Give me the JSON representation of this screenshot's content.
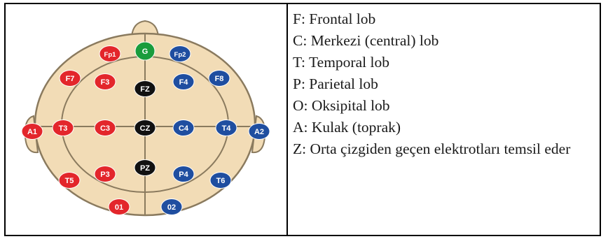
{
  "legend": {
    "lines": [
      "F: Frontal lob",
      "C: Merkezi (central) lob",
      "T: Temporal lob",
      "P: Parietal lob",
      "O: Oksipital lob",
      "A: Kulak (toprak)"
    ],
    "z_line": "Z: Orta çizgiden geçen elektrotları temsil eder"
  },
  "diagram": {
    "colors": {
      "head": "#f2dcb6",
      "outline": "#8a7a5e",
      "left": "#e3262b",
      "right": "#1f4ea0",
      "midline": "#111111",
      "ground": "#1a9c3c"
    },
    "electrodes": [
      {
        "label": "G",
        "group": "ground"
      },
      {
        "label": "Fp1",
        "group": "left"
      },
      {
        "label": "Fp2",
        "group": "right"
      },
      {
        "label": "F7",
        "group": "left"
      },
      {
        "label": "F3",
        "group": "left"
      },
      {
        "label": "FZ",
        "group": "midline"
      },
      {
        "label": "F4",
        "group": "right"
      },
      {
        "label": "F8",
        "group": "right"
      },
      {
        "label": "A1",
        "group": "left"
      },
      {
        "label": "T3",
        "group": "left"
      },
      {
        "label": "C3",
        "group": "left"
      },
      {
        "label": "CZ",
        "group": "midline"
      },
      {
        "label": "C4",
        "group": "right"
      },
      {
        "label": "T4",
        "group": "right"
      },
      {
        "label": "A2",
        "group": "right"
      },
      {
        "label": "PZ",
        "group": "midline"
      },
      {
        "label": "P3",
        "group": "left"
      },
      {
        "label": "P4",
        "group": "right"
      },
      {
        "label": "T5",
        "group": "left"
      },
      {
        "label": "T6",
        "group": "right"
      },
      {
        "label": "01",
        "group": "left"
      },
      {
        "label": "02",
        "group": "right"
      }
    ]
  }
}
